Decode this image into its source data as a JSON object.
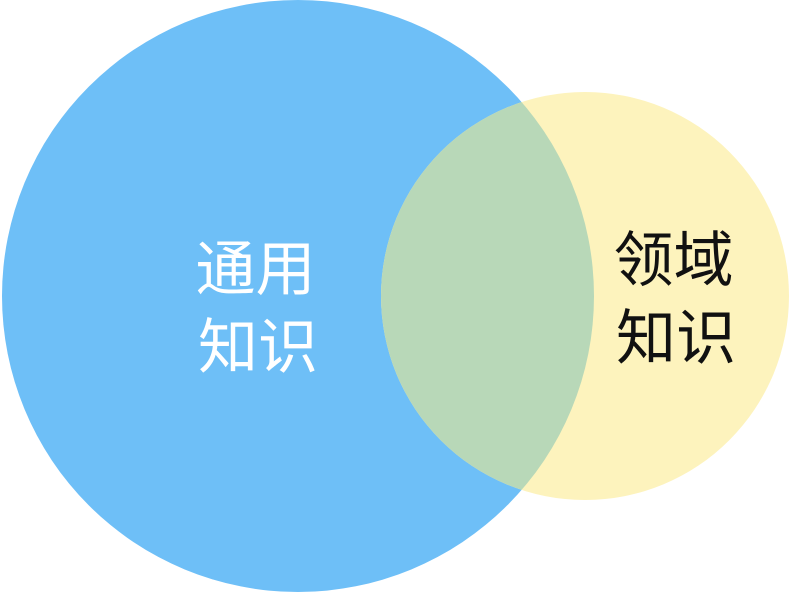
{
  "diagram": {
    "type": "venn",
    "sets": [
      {
        "name_lines": [
          "通用",
          "知识"
        ],
        "color": "#6ebff7",
        "text_color": "#ffffff"
      },
      {
        "name_lines": [
          "领域",
          "知识"
        ],
        "color": "#fdf3bd",
        "text_color": "#111111"
      }
    ],
    "overlap_color": "#b8d8b8"
  }
}
